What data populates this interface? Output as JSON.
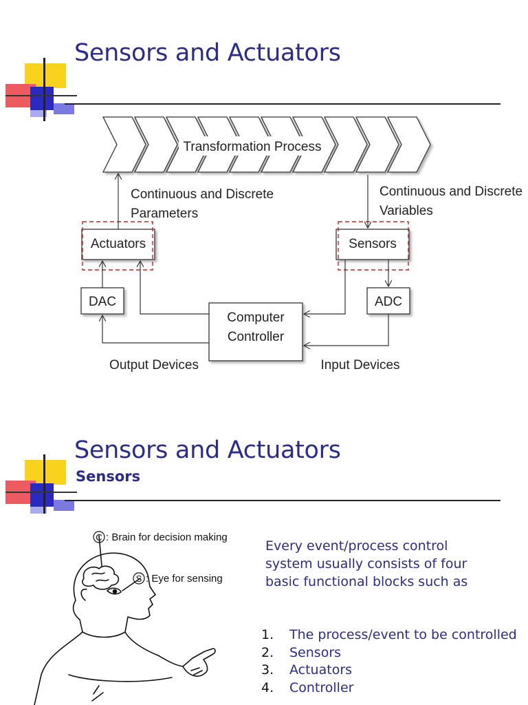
{
  "slide1": {
    "title": "Sensors and Actuators",
    "diagram": {
      "process_label": "Transformation Process",
      "left_param_line1": "Continuous and Discrete",
      "left_param_line2": "Parameters",
      "right_var_line1": "Continuous and Discrete",
      "right_var_line2": "Variables",
      "actuators": "Actuators",
      "sensors": "Sensors",
      "dac": "DAC",
      "adc": "ADC",
      "controller_line1": "Computer",
      "controller_line2": "Controller",
      "output_devices": "Output Devices",
      "input_devices": "Input Devices"
    }
  },
  "slide2": {
    "title": "Sensors and Actuators",
    "subtitle": "Sensors",
    "figure": {
      "brain_label": ": Brain for decision making",
      "brain_letter": "C",
      "eye_label": ": Eye for sensing",
      "eye_letter": "S"
    },
    "intro": "Every event/process control system usually consists of four basic functional blocks such as",
    "items": [
      {
        "num": "1.",
        "text": "The process/event to be controlled"
      },
      {
        "num": "2.",
        "text": "Sensors"
      },
      {
        "num": "3.",
        "text": "Actuators"
      },
      {
        "num": "4.",
        "text": "Controller"
      }
    ]
  },
  "colors": {
    "title": "#2b2b8c",
    "deco_yellow": "#f8d21c",
    "deco_red": "#e8333a",
    "deco_blue": "#2a2ac0",
    "highlight_dash": "#d42020"
  }
}
